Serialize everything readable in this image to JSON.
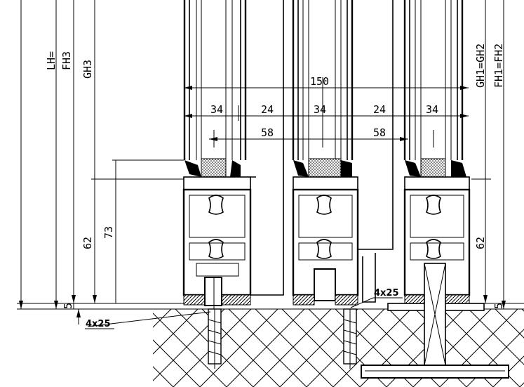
{
  "drawing": {
    "vertical_labels": {
      "lh": "LH=",
      "fh3": "FH3",
      "gh3": "GH3",
      "gh1_gh2": "GH1=GH2",
      "fh1_fh2": "FH1=FH2",
      "left_62": "62",
      "left_73": "73",
      "right_62": "62",
      "left_5": "5",
      "right_5": "5"
    },
    "horizontal_labels": {
      "overall": "150",
      "glass_1": "34",
      "gap_1": "24",
      "glass_2": "34",
      "gap_2": "24",
      "glass_3": "34",
      "center_1": "58",
      "center_2": "58"
    },
    "screw_labels": {
      "left": "4x25",
      "middle": "4x25"
    }
  }
}
